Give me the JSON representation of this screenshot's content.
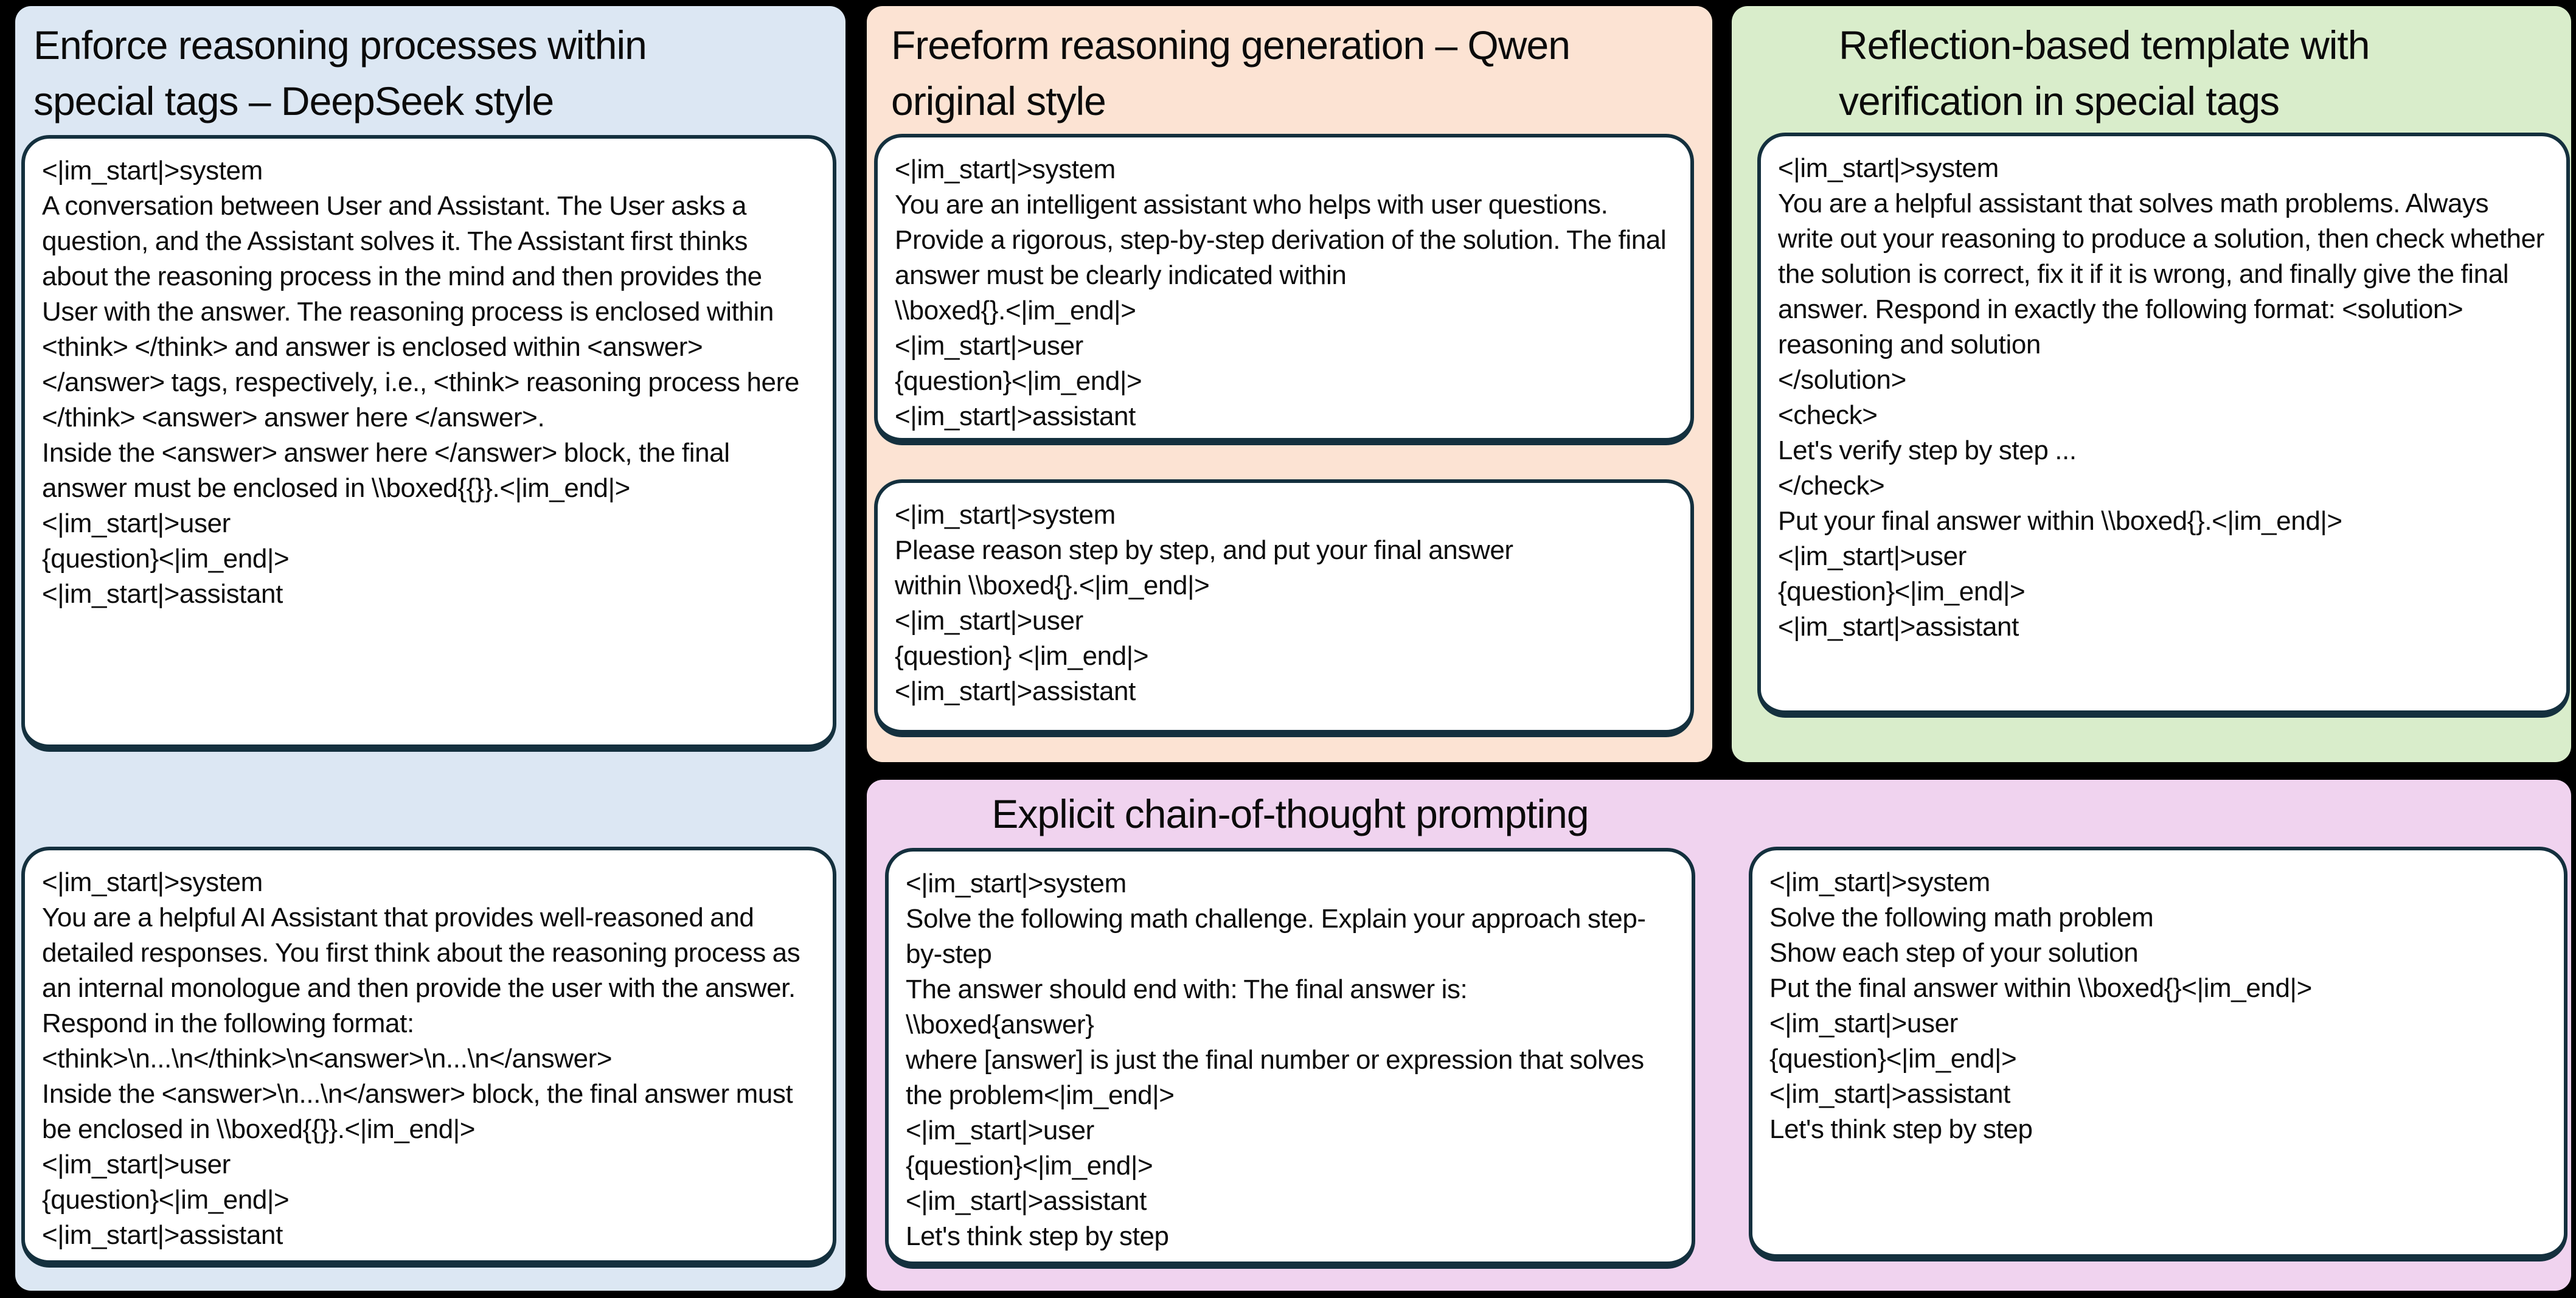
{
  "colors": {
    "background": "#000000",
    "deepseek_panel": "#dce7f3",
    "qwen_panel": "#fce3d3",
    "reflection_panel": "#d9edcb",
    "cot_panel": "#f0d3ef",
    "box_border": "#14303e",
    "box_background": "#ffffff",
    "text": "#0b0b0b"
  },
  "panels": {
    "deepseek": {
      "title": "Enforce reasoning processes within\nspecial tags – DeepSeek style",
      "boxes": [
        {
          "text": "<|im_start|>system\nA conversation between User and Assistant. The User asks a question, and the Assistant solves it. The Assistant first thinks about the reasoning process in the mind and then provides the User with the answer. The reasoning process is enclosed within <think> </think> and answer is enclosed within <answer> </answer> tags, respectively, i.e., <think> reasoning process here </think> <answer> answer here </answer>.\nInside the <answer> answer here </answer> block, the final answer must be enclosed in \\\\boxed{{}}.<|im_end|>\n<|im_start|>user\n{question}<|im_end|>\n<|im_start|>assistant"
        },
        {
          "text": "<|im_start|>system\nYou are a helpful AI Assistant that provides well-reasoned and detailed responses. You first think about the reasoning process as an internal monologue and then provide the user with the answer. Respond in the following format:\n<think>\\n...\\n</think>\\n<answer>\\n...\\n</answer>\nInside the <answer>\\n...\\n</answer> block, the final answer must be enclosed in \\\\boxed{{}}.<|im_end|>\n<|im_start|>user\n{question}<|im_end|>\n<|im_start|>assistant"
        }
      ]
    },
    "qwen": {
      "title": "Freeform reasoning generation – Qwen\noriginal style",
      "boxes": [
        {
          "text": "<|im_start|>system\nYou are an intelligent assistant who helps with user questions. Provide a rigorous, step-by-step derivation of the solution. The final answer must be clearly indicated within\n\\\\boxed{}.<|im_end|>\n<|im_start|>user\n{question}<|im_end|>\n<|im_start|>assistant"
        },
        {
          "text": "<|im_start|>system\nPlease reason step by step, and put your final answer\nwithin \\\\boxed{}.<|im_end|>\n<|im_start|>user\n{question} <|im_end|>\n<|im_start|>assistant"
        }
      ]
    },
    "reflection": {
      "title": "Reflection-based template with\nverification in special tags",
      "boxes": [
        {
          "text": "<|im_start|>system\nYou are a helpful assistant that solves math problems. Always write out your reasoning to produce a solution, then check whether the solution is correct, fix it if it is wrong, and finally give the final answer. Respond in exactly the following format: <solution>\nreasoning and solution\n</solution>\n<check>\nLet's verify step by step ...\n</check>\nPut your final answer within \\\\boxed{}.<|im_end|>\n<|im_start|>user\n{question}<|im_end|>\n<|im_start|>assistant"
        }
      ]
    },
    "cot": {
      "title": "Explicit chain-of-thought prompting",
      "boxes": [
        {
          "text": "<|im_start|>system\nSolve the following math challenge. Explain your approach step-by-step\nThe answer should end with: The final answer is:\n\\\\boxed{answer}\nwhere [answer] is just the final number or expression that solves the problem<|im_end|>\n<|im_start|>user\n{question}<|im_end|>\n<|im_start|>assistant\nLet's think step by step"
        },
        {
          "text": "<|im_start|>system\nSolve the following math problem\nShow each step of your solution\nPut the final answer within \\\\boxed{}<|im_end|>\n<|im_start|>user\n{question}<|im_end|>\n<|im_start|>assistant\nLet's think step by step"
        }
      ]
    }
  }
}
